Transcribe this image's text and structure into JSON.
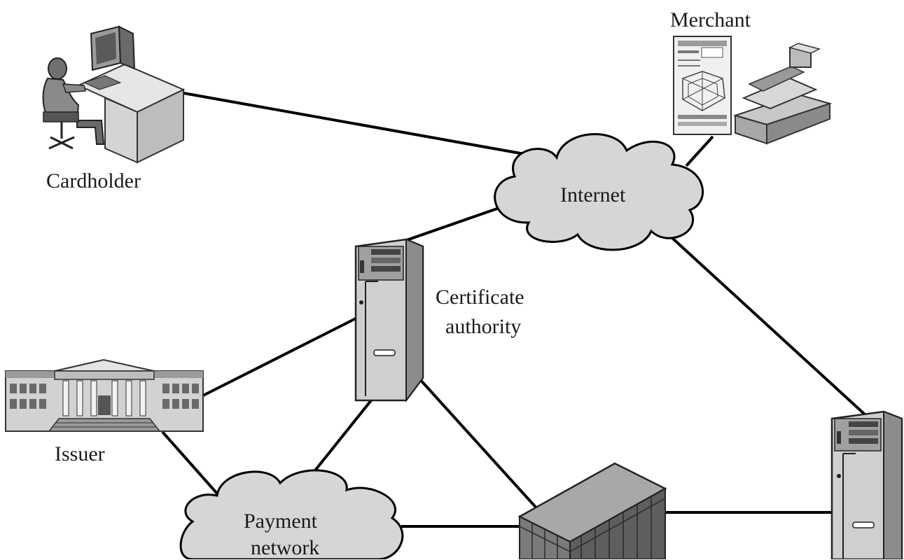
{
  "labels": {
    "cardholder": "Cardholder",
    "merchant": "Merchant",
    "internet": "Internet",
    "certificate_authority_line1": "Certificate",
    "certificate_authority_line2": "authority",
    "issuer": "Issuer",
    "payment_network_line1": "Payment",
    "payment_network_line2": "network"
  },
  "icons": {
    "cardholder": "computer-user-at-desk-icon",
    "merchant": "web-page-and-cash-register-icon",
    "internet": "cloud-icon",
    "certificate_authority": "tower-server-icon",
    "issuer": "bank-building-icon",
    "payment_network": "cloud-icon",
    "acquirer": "office-building-icon",
    "payment_gateway": "tower-server-icon"
  },
  "colors": {
    "line": "#000000",
    "cloud_fill": "#d6d6d6",
    "server_fill": "#cfcfcf",
    "building_fill": "#8a8a8a"
  }
}
